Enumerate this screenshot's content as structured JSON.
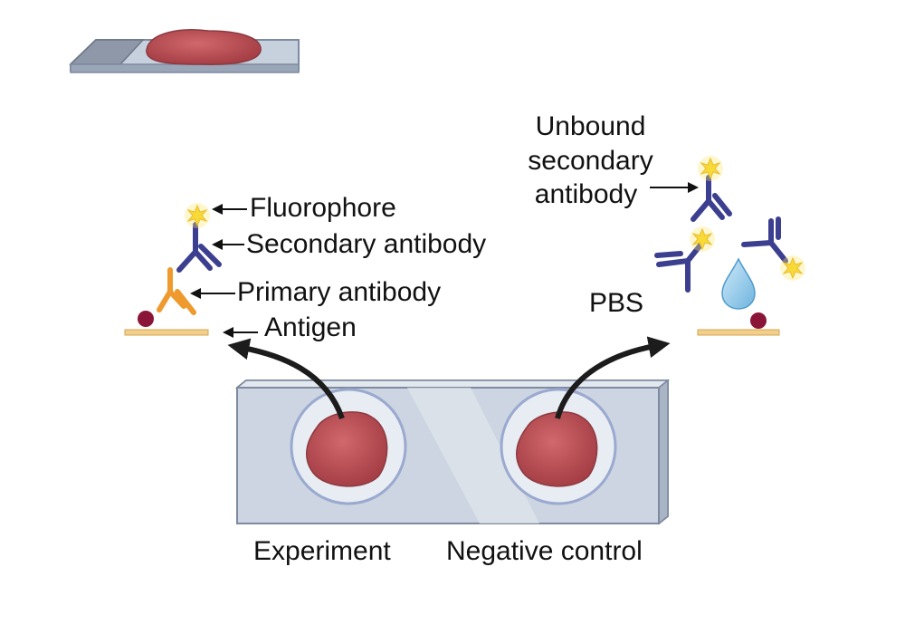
{
  "labels": {
    "fluorophore": "Fluorophore",
    "secondary_antibody": "Secondary antibody",
    "primary_antibody": "Primary antibody",
    "antigen": "Antigen",
    "unbound_line1": "Unbound",
    "unbound_line2": "secondary",
    "unbound_line3": "antibody",
    "pbs": "PBS",
    "experiment": "Experiment",
    "negative_control": "Negative control"
  },
  "colors": {
    "tissue": "#b5484e",
    "tissue_light": "#d0686c",
    "slide_glass": "#c9d2de",
    "slide_edge": "#7d8aa0",
    "secondary_antibody": "#3c3f8f",
    "primary_antibody": "#ef9a2e",
    "fluorophore": "#f5d21a",
    "antigen": "#8a1538",
    "surface": "#f2cf8a",
    "pbs_drop": "#8fc7e8",
    "arrow": "#1c1c1c"
  },
  "icons": [
    "tissue-slide-icon",
    "antibody-icon",
    "fluorophore-icon",
    "antigen-icon",
    "pbs-droplet-icon",
    "curved-arrow-icon"
  ]
}
